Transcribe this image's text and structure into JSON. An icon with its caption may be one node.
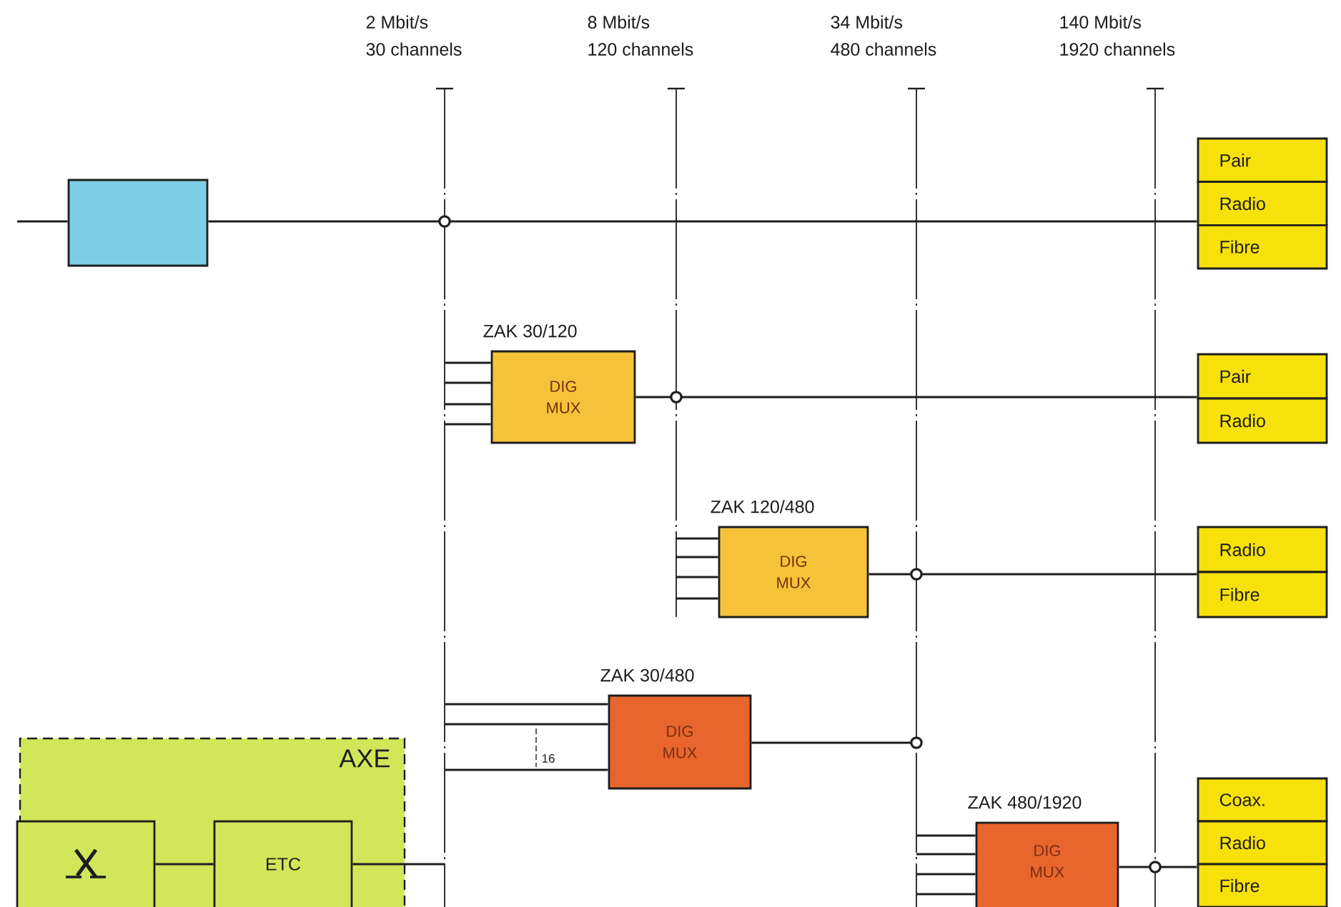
{
  "diagram": {
    "nodes": [
      {
        "text": [],
        "shape": "bar",
        "beside": [
          "2 Mbit/s",
          "30 channels"
        ]
      },
      {
        "text": [],
        "shape": "bar",
        "beside": [
          "8 Mbit/s",
          "120 channels"
        ]
      },
      {
        "text": [],
        "shape": "bar",
        "beside": [
          "34 Mbit/s",
          "480 channels"
        ]
      },
      {
        "text": [],
        "shape": "bar",
        "beside": [
          "140 Mbit/s",
          "1920 channels"
        ]
      },
      {
        "text": [],
        "shape": "box"
      },
      {
        "text": [
          "Pair",
          "Radio",
          "Fibre"
        ]
      },
      {
        "text": [
          "ZAK 30/120",
          "DIG MUX"
        ]
      },
      {
        "text": [
          "Pair",
          "Radio"
        ]
      },
      {
        "text": [
          "ZAK 120/480",
          "DIG MUX"
        ]
      },
      {
        "text": [
          "Radio",
          "Fibre"
        ]
      },
      {
        "text": [
          "ZAK 30/480",
          "DIG MUX"
        ]
      },
      {
        "text": [
          "AXE"
        ]
      },
      {
        "text": [],
        "shape": "picture",
        "in": 11
      },
      {
        "text": [
          "ETC"
        ],
        "in": 11
      },
      {
        "text": [
          "ZAK 480/1920",
          "DIG MUX"
        ]
      },
      {
        "text": [
          "Coax.",
          "Radio",
          "Fibre"
        ]
      }
    ],
    "edges": [
      {
        "from": null,
        "to": 4,
        "arrow": "none"
      },
      {
        "from": 4,
        "to": 0,
        "arrow": "other"
      },
      {
        "from": 0,
        "to": 5,
        "arrow": "none"
      },
      {
        "from": 0,
        "to": 6,
        "arrow": "none"
      },
      {
        "from": 0,
        "to": 6,
        "arrow": "none"
      },
      {
        "from": 0,
        "to": 6,
        "arrow": "none"
      },
      {
        "from": 0,
        "to": 6,
        "arrow": "none"
      },
      {
        "from": 6,
        "to": 1,
        "arrow": "other"
      },
      {
        "from": 1,
        "to": 7,
        "arrow": "none"
      },
      {
        "from": 1,
        "to": 8,
        "arrow": "none"
      },
      {
        "from": 1,
        "to": 8,
        "arrow": "none"
      },
      {
        "from": 1,
        "to": 8,
        "arrow": "none"
      },
      {
        "from": 1,
        "to": 8,
        "arrow": "none"
      },
      {
        "from": 8,
        "to": 2,
        "arrow": "other"
      },
      {
        "from": 2,
        "to": 9,
        "arrow": "none"
      },
      {
        "from": 0,
        "to": 10,
        "arrow": "none"
      },
      {
        "from": 0,
        "to": 10,
        "arrow": "none"
      },
      {
        "from": 0,
        "to": 10,
        "arrow": "none"
      },
      {
        "from": 10,
        "to": 2,
        "arrow": "other"
      },
      {
        "from": 12,
        "to": 13,
        "arrow": "none"
      },
      {
        "from": 13,
        "to": 0,
        "arrow": "none"
      },
      {
        "from": 2,
        "to": 14,
        "arrow": "none"
      },
      {
        "from": 2,
        "to": 14,
        "arrow": "none"
      },
      {
        "from": 2,
        "to": 14,
        "arrow": "none"
      },
      {
        "from": 2,
        "to": 14,
        "arrow": "none"
      },
      {
        "from": 14,
        "to": 3,
        "arrow": "other"
      },
      {
        "from": 3,
        "to": 15,
        "arrow": "none"
      }
    ],
    "labels": [
      "16"
    ]
  }
}
